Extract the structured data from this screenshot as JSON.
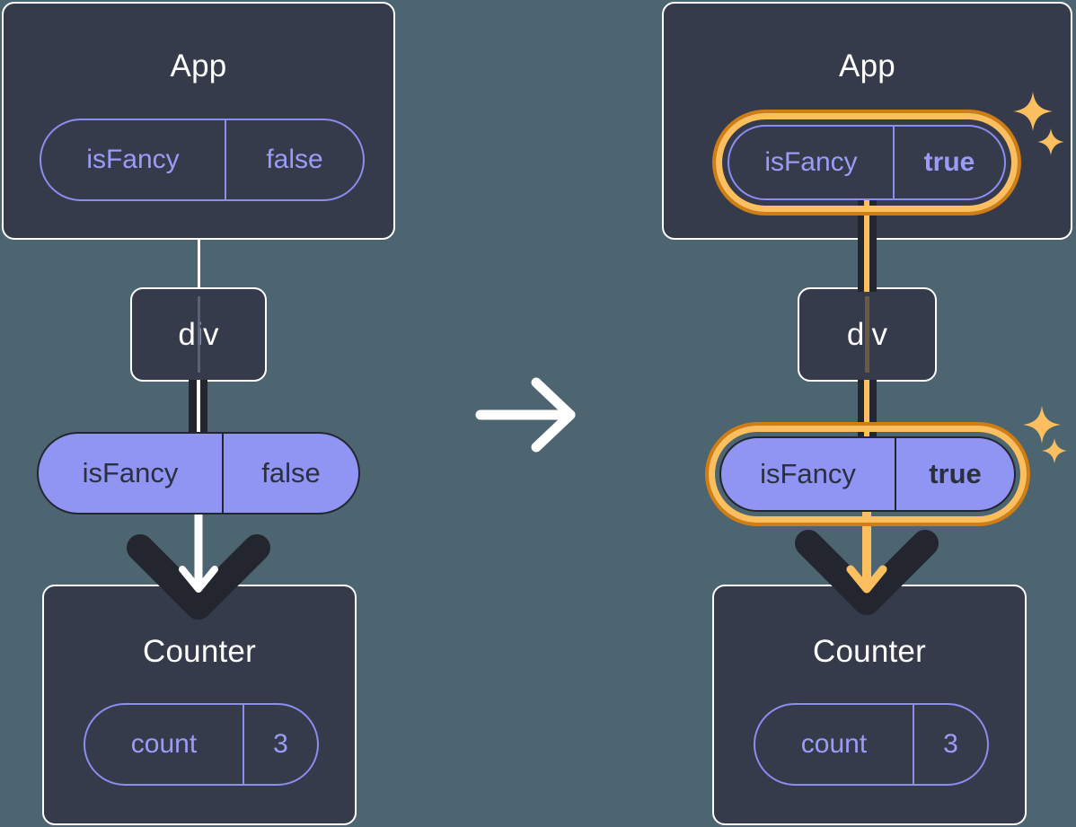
{
  "diagram": {
    "type": "react-state-propagation",
    "background_color": "#4c6571",
    "transition_arrow": "arrow-right-icon",
    "panels": [
      {
        "id": "before",
        "highlighted": false,
        "root": {
          "name": "App",
          "pill": {
            "key": "isFancy",
            "value": "false",
            "style": "outline",
            "highlighted": false
          }
        },
        "middle": {
          "name": "div"
        },
        "prop_pill": {
          "key": "isFancy",
          "value": "false",
          "style": "filled",
          "highlighted": false
        },
        "child": {
          "name": "Counter",
          "pill": {
            "key": "count",
            "value": "3",
            "style": "outline",
            "highlighted": false
          }
        }
      },
      {
        "id": "after",
        "highlighted": true,
        "root": {
          "name": "App",
          "pill": {
            "key": "isFancy",
            "value": "true",
            "style": "outline",
            "highlighted": true
          }
        },
        "middle": {
          "name": "div"
        },
        "prop_pill": {
          "key": "isFancy",
          "value": "true",
          "style": "filled",
          "highlighted": true
        },
        "child": {
          "name": "Counter",
          "pill": {
            "key": "count",
            "value": "3",
            "style": "outline",
            "highlighted": false
          }
        }
      }
    ],
    "colors": {
      "background": "#4c6571",
      "box_fill": "#353b4a",
      "box_border": "#ffffff",
      "pill_outline": "#8c8df0",
      "pill_text": "#9b9cf7",
      "pill_filled": "#9094f2",
      "pill_filled_text": "#2b3040",
      "highlight_light": "#fbbf60",
      "highlight_dark": "#d07d14",
      "connector_dark": "#23262f"
    },
    "sparkles": [
      "sparkle-large",
      "sparkle-small"
    ]
  }
}
